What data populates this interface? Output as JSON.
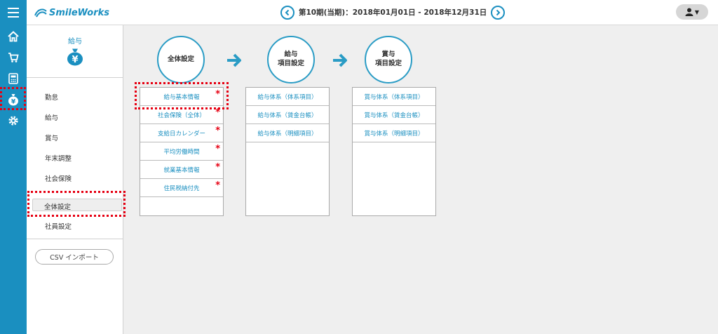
{
  "header": {
    "logo_text": "SmileWorks",
    "period_text": "第10期(当期)：2018年01月01日 - 2018年12月31日",
    "user_caret": "▼"
  },
  "subpanel": {
    "title": "給与",
    "items": [
      "勤怠",
      "給与",
      "賞与",
      "年末調整",
      "社会保険",
      "全体設定",
      "社員設定"
    ],
    "csv_button": "CSV インポート"
  },
  "steps": [
    {
      "label_line1": "全体設定",
      "label_line2": ""
    },
    {
      "label_line1": "給与",
      "label_line2": "項目設定"
    },
    {
      "label_line1": "賞与",
      "label_line2": "項目設定"
    }
  ],
  "columns": {
    "col1": [
      "給与基本情報",
      "社会保険（全体）",
      "支給日カレンダー",
      "平均労働時間",
      "就業基本情報",
      "住民税納付先"
    ],
    "col2": [
      "給与体系（体系項目）",
      "給与体系（賃金台帳）",
      "給与体系（明細項目）"
    ],
    "col3": [
      "賞与体系（体系項目）",
      "賞与体系（賃金台帳）",
      "賞与体系（明細項目）"
    ]
  },
  "required_mark": "*",
  "colors": {
    "accent": "#1a8fc0",
    "required": "#e60012",
    "highlight": "#e60012"
  },
  "icons": [
    "menu-icon",
    "home-icon",
    "cart-icon",
    "calculator-icon",
    "yen-bag-icon",
    "gear-icon",
    "user-icon",
    "chevron-left-icon",
    "chevron-right-icon",
    "arrow-right-icon"
  ]
}
